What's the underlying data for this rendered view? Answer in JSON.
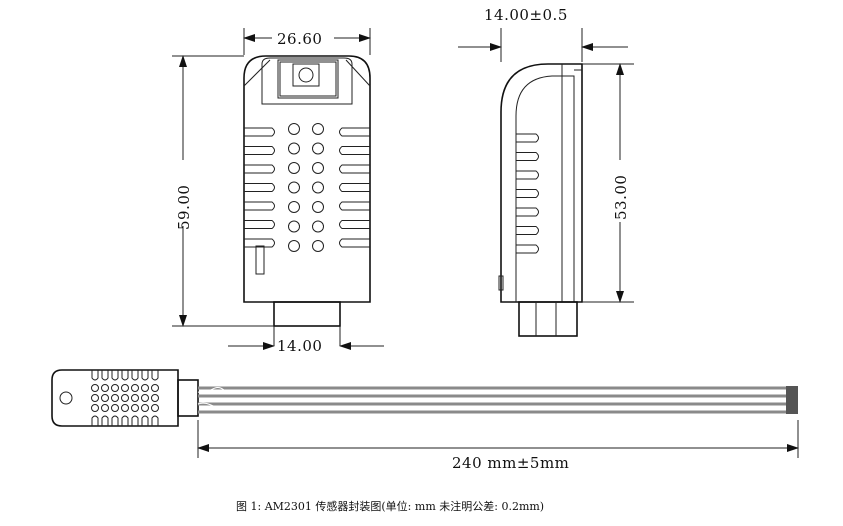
{
  "dimensions": {
    "front_width": "26.60",
    "front_height": "59.00",
    "bottom_width": "14.00",
    "side_depth": "14.00±0.5",
    "side_height": "53.00",
    "cable_length": "240 mm±5mm"
  },
  "caption": "图 1:  AM2301 传感器封装图(单位: mm  未注明公差: 0.2mm)"
}
